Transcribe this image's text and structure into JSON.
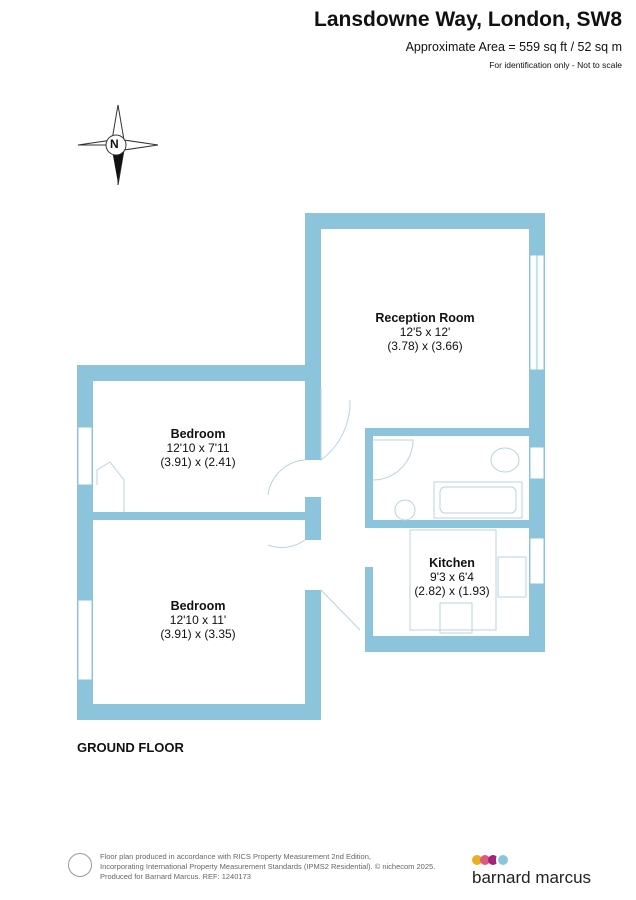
{
  "header": {
    "title": "Lansdowne Way, London, SW8",
    "area": "Approximate Area = 559 sq ft / 52 sq m",
    "note": "For identification only - Not to scale"
  },
  "compass": {
    "label": "N"
  },
  "rooms": [
    {
      "name": "Reception Room",
      "imperial": "12'5 x 12'",
      "metric": "(3.78) x (3.66)"
    },
    {
      "name": "Bedroom",
      "imperial": "12'10 x 7'11",
      "metric": "(3.91) x (2.41)"
    },
    {
      "name": "Bedroom",
      "imperial": "12'10 x 11'",
      "metric": "(3.91) x (3.35)"
    },
    {
      "name": "Kitchen",
      "imperial": "9'3 x 6'4",
      "metric": "(2.82) x (1.93)"
    }
  ],
  "floor_label": "GROUND FLOOR",
  "footer": {
    "line1": "Floor plan produced in accordance with RICS Property Measurement 2nd Edition,",
    "line2": "Incorporating International Property Measurement Standards (IPMS2 Residential).   © nichecom 2025.",
    "line3": "Produced for Barnard Marcus.   REF: 1240173"
  },
  "brand": {
    "name": "barnard marcus",
    "dot_colors": [
      "#e8b020",
      "#e05a80",
      "#a0247a",
      "#8cc4dc"
    ]
  },
  "colors": {
    "wall": "#8cc4dc",
    "fixture": "#b8d4e0"
  }
}
